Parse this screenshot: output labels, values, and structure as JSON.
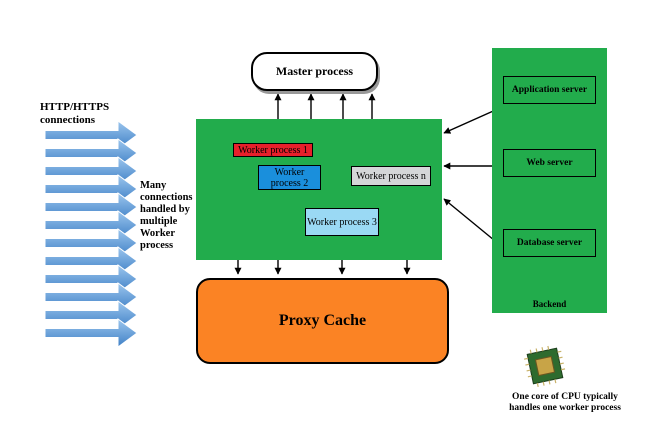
{
  "master": {
    "label": "Master process"
  },
  "workers": {
    "w1": {
      "label": "Worker process 1"
    },
    "w2": {
      "label": "Worker process 2"
    },
    "w3": {
      "label": "Worker process 3"
    },
    "wn": {
      "label": "Worker process n"
    }
  },
  "cache": {
    "label": "Proxy Cache"
  },
  "backend": {
    "label": "Backend",
    "servers": [
      "Application server",
      "Web server",
      "Database server"
    ]
  },
  "connections": {
    "label": "HTTP/HTTPS connections"
  },
  "note": {
    "label": "Many connections handled by multiple Worker process"
  },
  "cpu": {
    "icon": "cpu-chip-icon",
    "label": "One core of CPU typically handles one worker process"
  },
  "colors": {
    "green": "#22ac4c",
    "orange": "#fb8324",
    "red": "#e7202b",
    "blue": "#1a8fdc",
    "lightblue": "#9ad9f4",
    "grey": "#d4d6d8",
    "arrow": "#3f80c6"
  }
}
